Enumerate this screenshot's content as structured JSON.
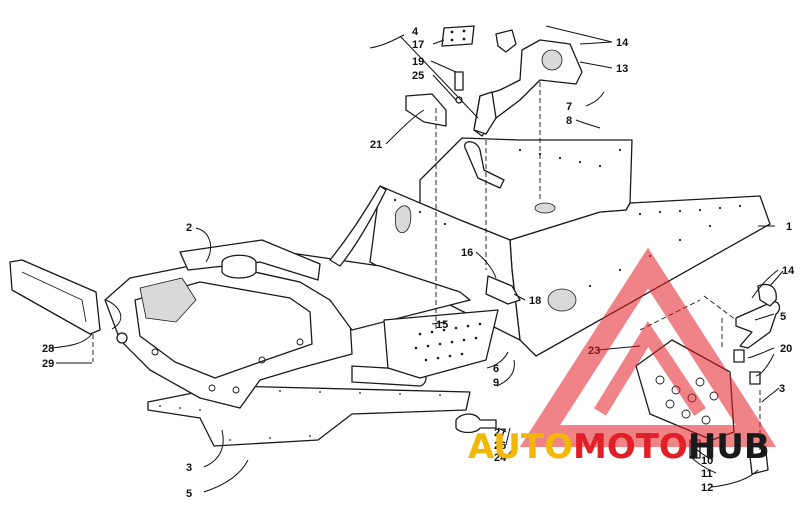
{
  "diagram": {
    "callouts": [
      "1",
      "2",
      "3",
      "3",
      "4",
      "5",
      "5",
      "6",
      "7",
      "8",
      "9",
      "10",
      "11",
      "12",
      "13",
      "14",
      "14",
      "15",
      "16",
      "17",
      "18",
      "19",
      "20",
      "21",
      "23",
      "24",
      "25",
      "26",
      "27",
      "28",
      "29"
    ]
  },
  "watermark": {
    "part1": "AUTO",
    "part2": "MOTO",
    "part3": "HUB",
    "color_red": "#e21e26",
    "color_yellow": "#f2b705",
    "color_dark": "#1a1a1a"
  }
}
